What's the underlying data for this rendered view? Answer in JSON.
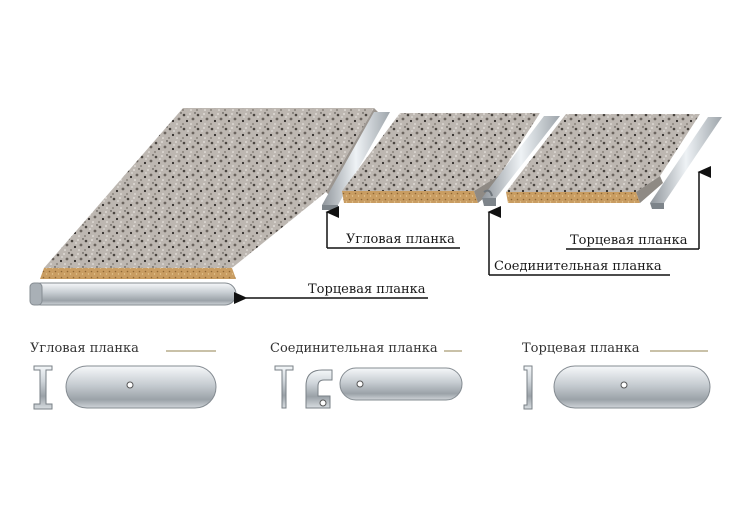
{
  "top_labels": {
    "corner_strip": "Угловая планка",
    "end_strip_right": "Торцевая планка",
    "connecting_strip": "Соединительная планка",
    "end_strip_bottom": "Торцевая планка"
  },
  "profiles": [
    {
      "label": "Угловая планка"
    },
    {
      "label": "Соединительная планка"
    },
    {
      "label": "Торцевая планка"
    }
  ],
  "colors": {
    "granite_base": "#b9b3ad",
    "chipboard_edge": "#c79a5e",
    "metal_light": "#e9eef2",
    "metal_dark": "#8c9298",
    "line": "#111111"
  }
}
